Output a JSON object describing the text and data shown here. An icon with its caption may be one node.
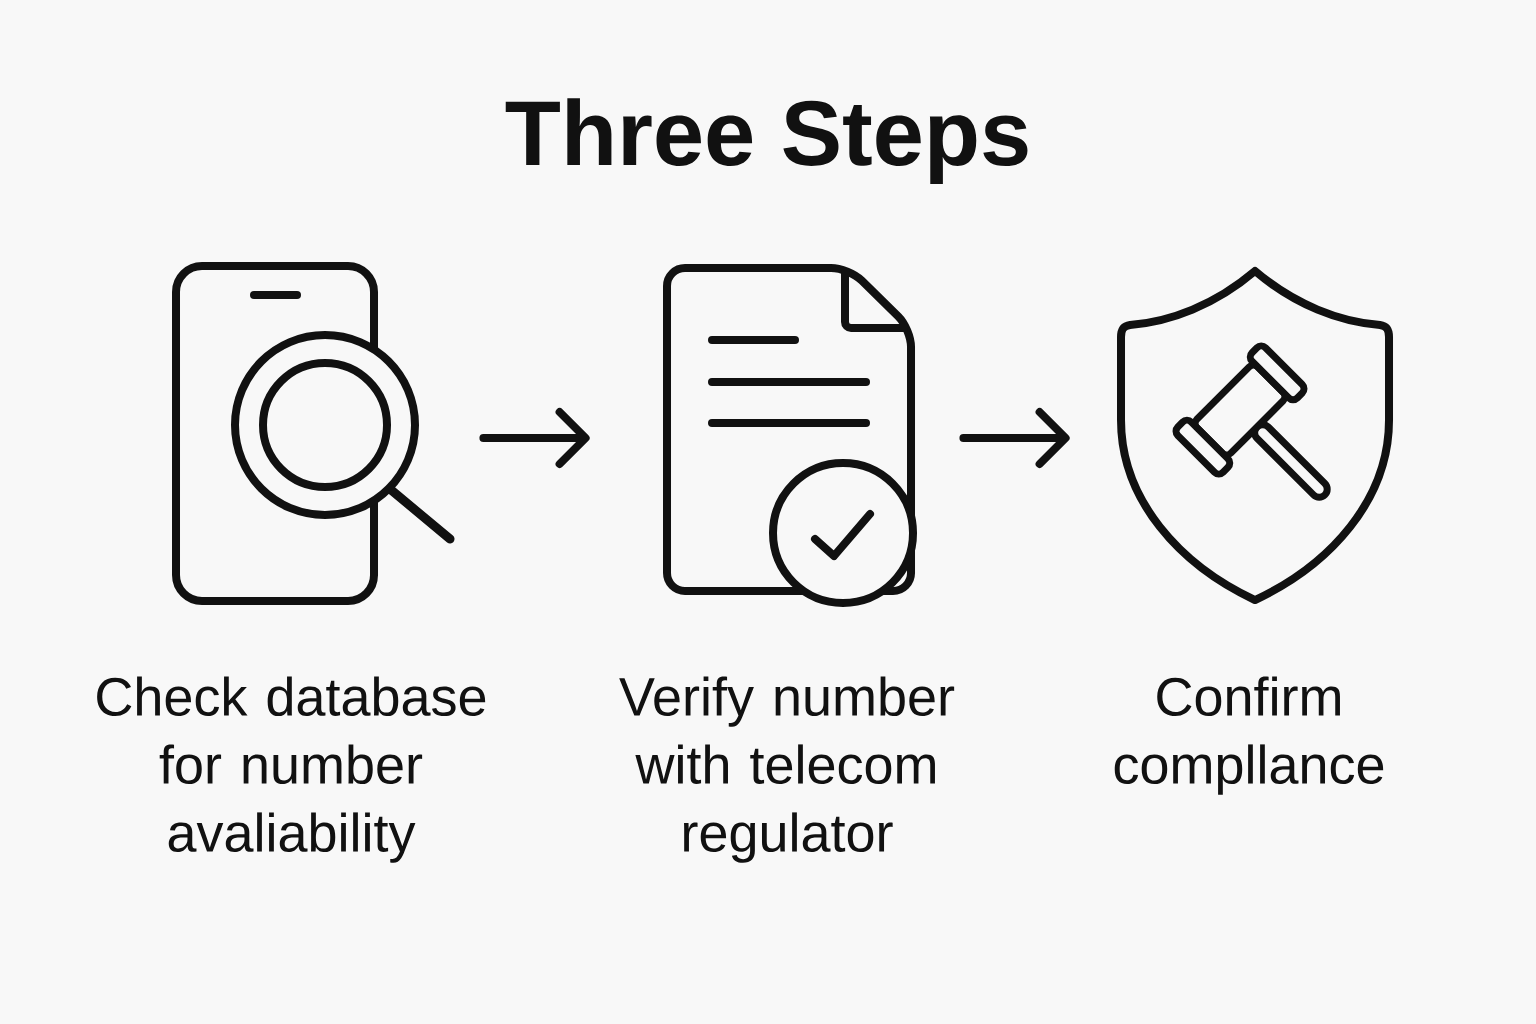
{
  "diagram": {
    "title": "Three Steps",
    "nodes": [
      {
        "text": [],
        "shape": "picture",
        "beside": [
          "Check database for number avaliability"
        ]
      },
      {
        "text": [],
        "shape": "picture",
        "beside": [
          "Verify number with telecom regulator"
        ]
      },
      {
        "text": [],
        "shape": "picture",
        "beside": [
          "Confirm compllance"
        ]
      }
    ],
    "edges": [
      {
        "from": 0,
        "to": 1,
        "arrow": "to"
      },
      {
        "from": 1,
        "to": 2,
        "arrow": "to"
      }
    ]
  }
}
